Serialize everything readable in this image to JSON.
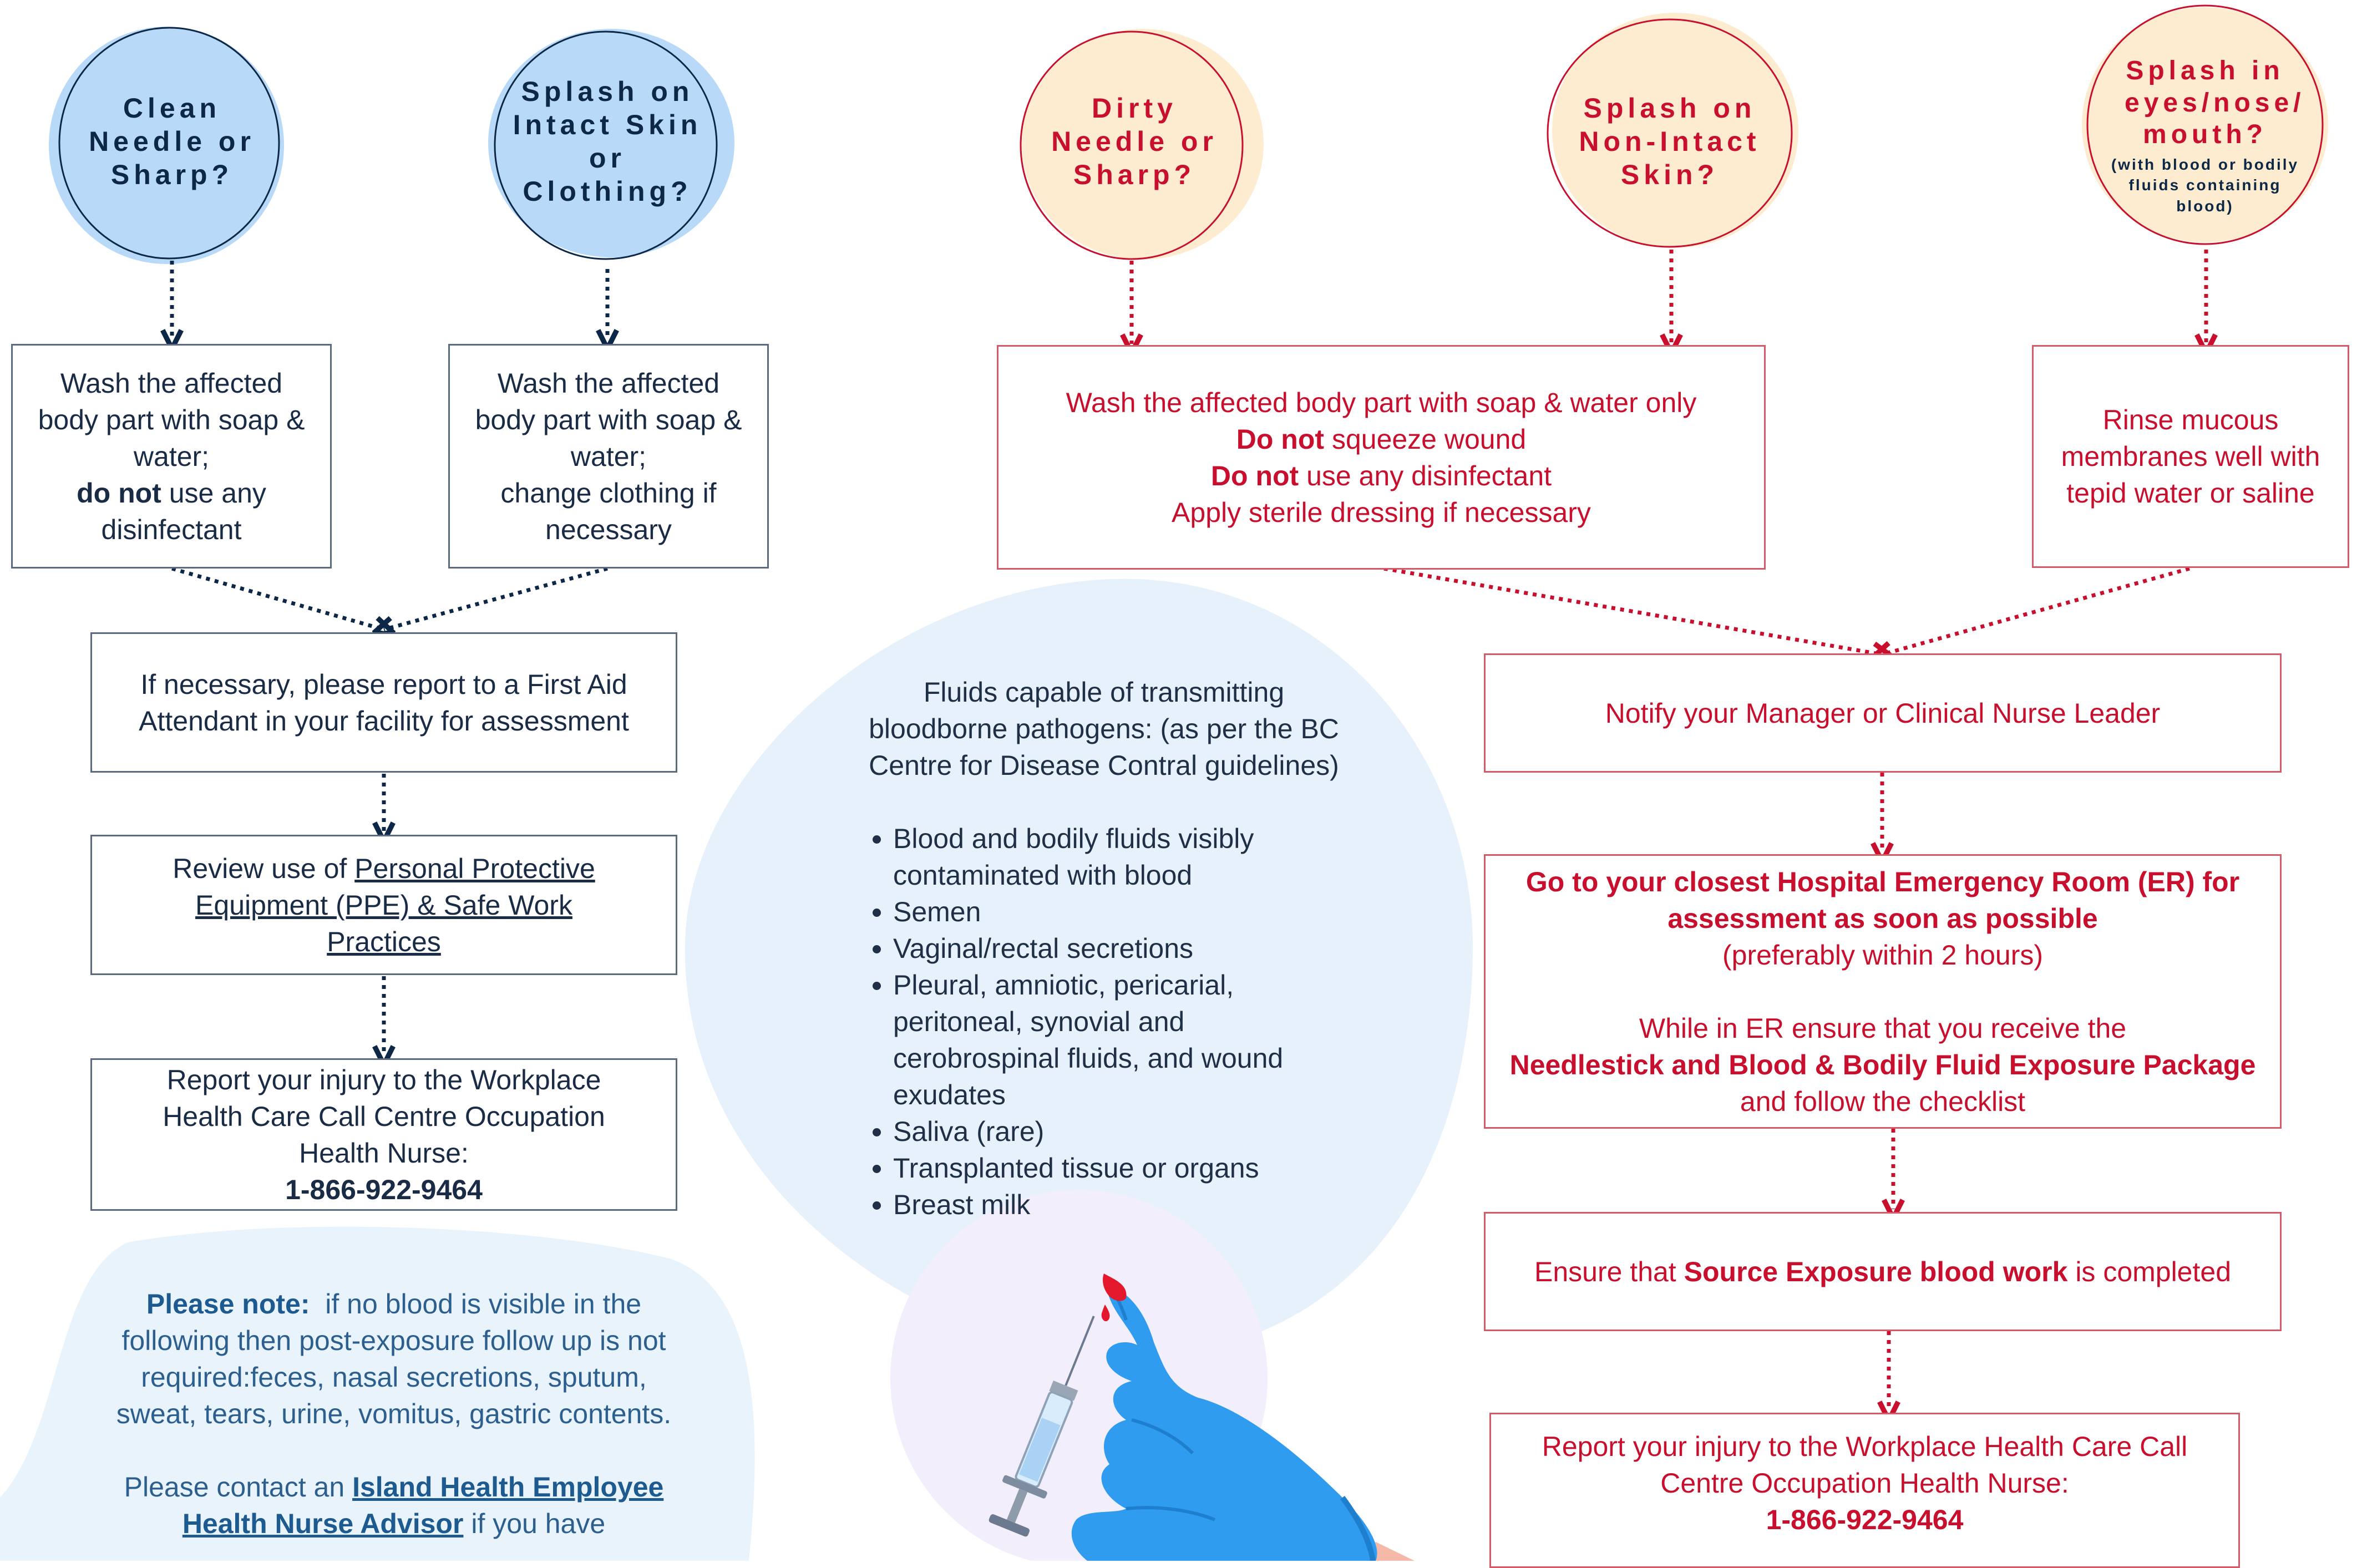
{
  "left_branch": {
    "circle_clean": "Clean Needle or Sharp?",
    "circle_splash": "Splash on Intact Skin or Clothing?",
    "wash_clean": {
      "line1": "Wash the affected body part with soap & water;",
      "bold": "do not",
      "line2": "use any disinfectant"
    },
    "wash_splash": {
      "line1": "Wash the affected body part with soap & water;",
      "line2": "change clothing if necessary"
    },
    "first_aid": "If necessary, please report to a First Aid Attendant in your facility for assessment",
    "review_prefix": "Review use of",
    "review_link": "Personal Protective Equipment (PPE) & Safe Work Practices",
    "report": "Report your injury to the Workplace Health Care Call Centre Occupation Health Nurse:",
    "phone": "1-866-922-9464"
  },
  "right_branch": {
    "circle_dirty": "Dirty Needle or Sharp?",
    "circle_nonintact": "Splash on Non-Intact Skin?",
    "circle_eyes": "Splash in eyes/nose/ mouth?",
    "circle_eyes_sub": "(with blood or bodily fluids containing blood)",
    "wash": {
      "line1": "Wash the affected body part with soap & water only",
      "bold2": "Do not",
      "rest2": "squeeze wound",
      "bold3": "Do not",
      "rest3": "use any disinfectant",
      "line4": "Apply sterile dressing if necessary"
    },
    "rinse": "Rinse mucous membranes well with tepid water or saline",
    "notify": "Notify your Manager or Clinical Nurse Leader",
    "er": {
      "bold1": "Go to your closest Hospital Emergency Room (ER) for assessment as soon as possible",
      "line2": "(preferably within 2 hours)",
      "line3": "While in ER ensure that you receive the",
      "bold4": "Needlestick and Blood & Bodily Fluid Exposure Package",
      "line5": "and follow the checklist"
    },
    "source": {
      "prefix": "Ensure that",
      "bold": "Source Exposure blood work",
      "suffix": "is completed"
    },
    "report": "Report your injury to the Workplace Health Care Call Centre Occupation Health Nurse:",
    "phone": "1-866-922-9464"
  },
  "fluids": {
    "intro": "Fluids capable of transmitting bloodborne pathogens: (as per the BC Centre for Disease Contral guidelines)",
    "items": [
      "Blood and bodily fluids visibly contaminated with blood",
      "Semen",
      "Vaginal/rectal secretions",
      "Pleural, amniotic, pericarial, peritoneal, synovial and cerobrospinal fluids, and wound exudates",
      "Saliva (rare)",
      "Transplanted tissue or organs",
      "Breast milk"
    ]
  },
  "note": {
    "label": "Please note:",
    "text": "if no blood is visible in the following then post-exposure follow up is not required:feces, nasal secretions, sputum, sweat, tears, urine, vomitus, gastric contents.",
    "contact_prefix": "Please contact an",
    "contact_link": "Island Health Employee Health Nurse Advisor",
    "contact_suffix": "if you have"
  },
  "colors": {
    "navy": "#0d2847",
    "red": "#c8102e",
    "blue_fill": "#b8daf8",
    "peach_fill": "#fdecd0",
    "bubble": "#e6f1fc",
    "glove": "#2f9cf0"
  }
}
